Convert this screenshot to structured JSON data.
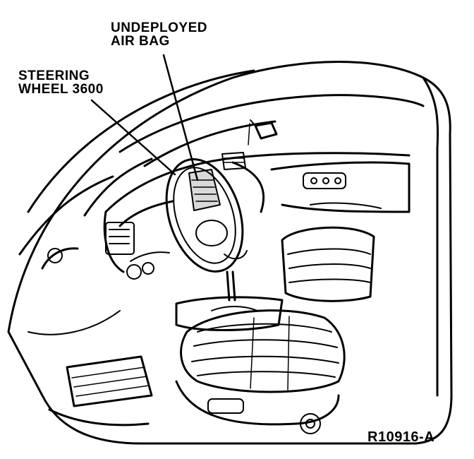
{
  "labels": {
    "airbag_line1": "UNDEPLOYED",
    "airbag_line2": "AIR BAG",
    "wheel_line1": "STEERING",
    "wheel_line2": "WHEEL 3600"
  },
  "figure_ref": "R10916-A",
  "colors": {
    "ink": "#000000",
    "background": "#ffffff"
  }
}
